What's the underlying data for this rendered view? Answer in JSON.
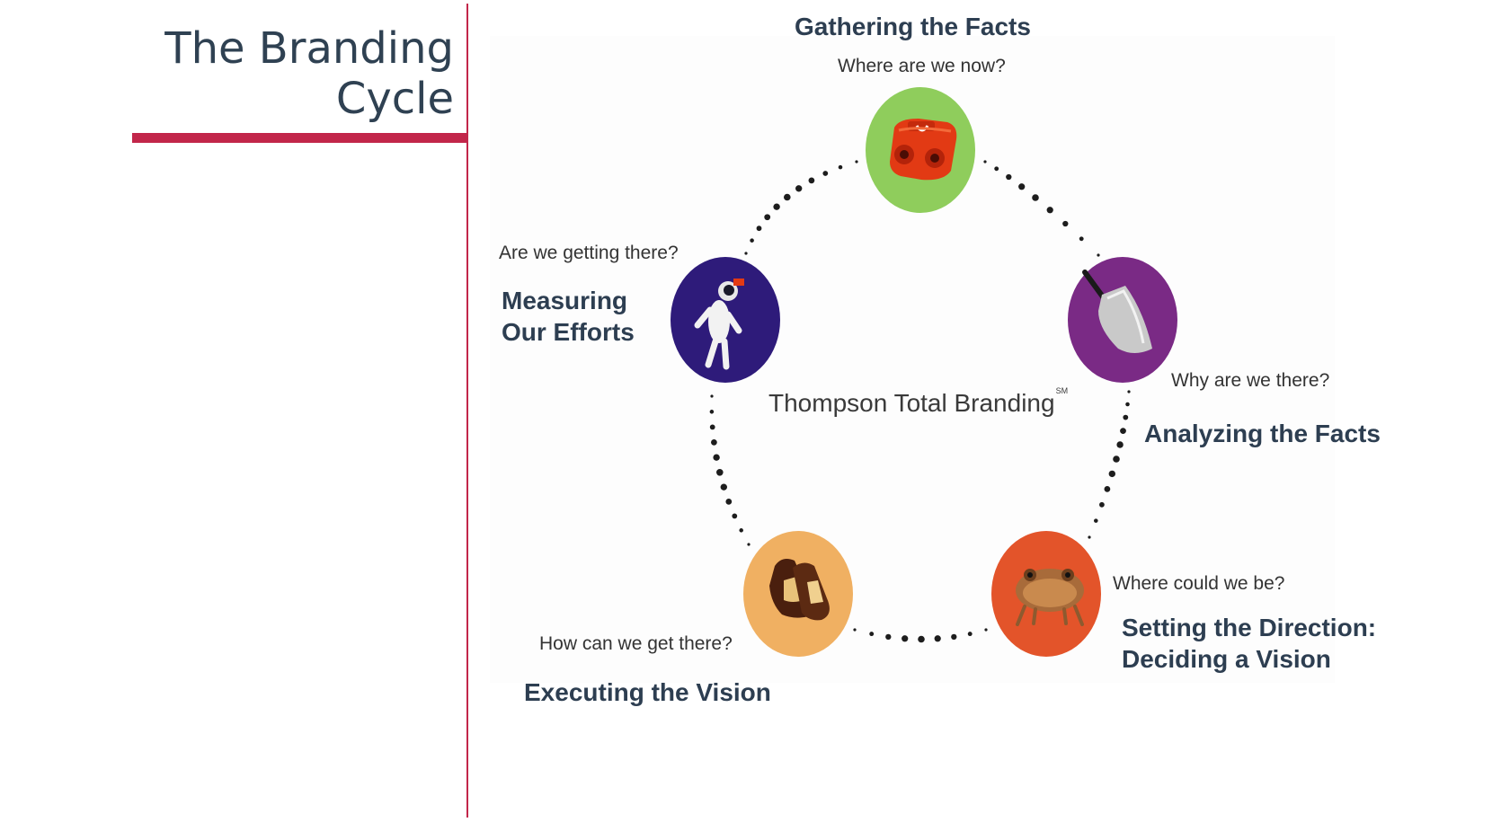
{
  "slide": {
    "title_line1": "The Branding",
    "title_line2": "Cycle"
  },
  "diagram": {
    "center_label": "Thompson Total Branding",
    "center_mark": "SM",
    "stages": [
      {
        "id": "gathering",
        "title": "Gathering the Facts",
        "question": "Where are we now?",
        "icon": "view-master-icon",
        "circle_color": "#8fcd5c"
      },
      {
        "id": "analyzing",
        "title": "Analyzing the Facts",
        "question": "Why are we there?",
        "icon": "shovel-icon",
        "circle_color": "#7a2a85"
      },
      {
        "id": "direction",
        "title_line1": "Setting the Direction:",
        "title_line2": "Deciding a Vision",
        "question": "Where could we be?",
        "icon": "frog-icon",
        "circle_color": "#e3542a"
      },
      {
        "id": "executing",
        "title": "Executing the Vision",
        "question": "How can we get there?",
        "icon": "shoes-icon",
        "circle_color": "#f0b062"
      },
      {
        "id": "measuring",
        "title_line1": "Measuring",
        "title_line2": "Our Efforts",
        "question": "Are we getting there?",
        "icon": "astronaut-icon",
        "circle_color": "#2e1b7a"
      }
    ]
  },
  "colors": {
    "accent": "#c2264a",
    "title_text": "#2f4152",
    "stage_text": "#2d3e51"
  }
}
